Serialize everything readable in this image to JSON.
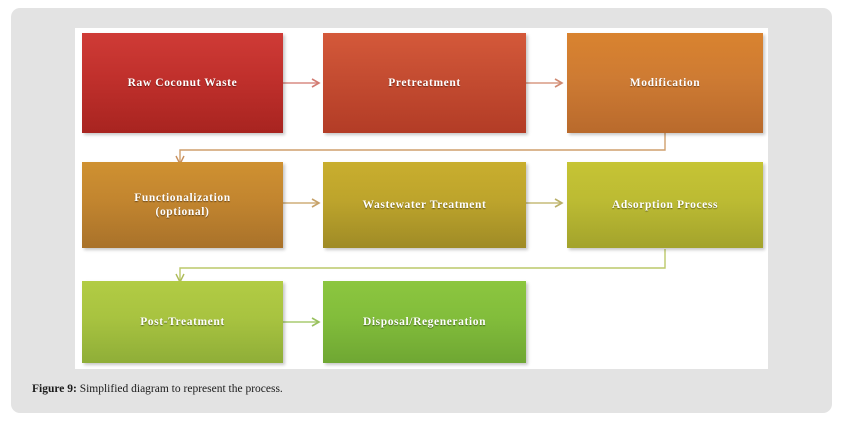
{
  "figure": {
    "caption_label": "Figure 9:",
    "caption_text": " Simplified diagram to represent the process."
  },
  "theme": {
    "page_background": "#ffffff",
    "card_background": "#e3e3e3",
    "canvas_background": "#ffffff",
    "node_text_color": "#ffffff",
    "caption_color": "#1b1b1b"
  },
  "diagram": {
    "type": "flowchart",
    "direction": "serpentine-left-to-right",
    "rows": 3,
    "nodes": [
      {
        "id": "raw-coconut-waste",
        "label": "Raw Coconut Waste",
        "row": 1,
        "col": 1,
        "color_top": "#cf3b36",
        "color_bottom": "#a82420"
      },
      {
        "id": "pretreatment",
        "label": "Pretreatment",
        "row": 1,
        "col": 2,
        "color_top": "#d4593a",
        "color_bottom": "#b33c26"
      },
      {
        "id": "modification",
        "label": "Modification",
        "row": 1,
        "col": 3,
        "color_top": "#d9832f",
        "color_bottom": "#b96a2c"
      },
      {
        "id": "functionalization",
        "label": "Functionalization",
        "label_line2": "(optional)",
        "row": 2,
        "col": 1,
        "color_top": "#cf9131",
        "color_bottom": "#a9722a"
      },
      {
        "id": "wastewater-treatment",
        "label": "Wastewater Treatment",
        "row": 2,
        "col": 2,
        "color_top": "#c9ae2e",
        "color_bottom": "#9f8b26"
      },
      {
        "id": "adsorption-process",
        "label": "Adsorption Process",
        "row": 2,
        "col": 3,
        "color_top": "#c6c434",
        "color_bottom": "#a3a32c"
      },
      {
        "id": "post-treatment",
        "label": "Post-Treatment",
        "row": 3,
        "col": 1,
        "color_top": "#b2cc44",
        "color_bottom": "#8fae38"
      },
      {
        "id": "disposal-regeneration",
        "label": "Disposal/Regeneration",
        "row": 3,
        "col": 2,
        "color_top": "#8cc63f",
        "color_bottom": "#6fa733"
      }
    ],
    "edges": [
      {
        "from": "raw-coconut-waste",
        "to": "pretreatment",
        "style": "straight-right",
        "color": "#d88b84"
      },
      {
        "from": "pretreatment",
        "to": "modification",
        "style": "straight-right",
        "color": "#d99a84"
      },
      {
        "from": "modification",
        "to": "functionalization",
        "style": "elbow-down-left",
        "color": "#cf9f6d"
      },
      {
        "from": "functionalization",
        "to": "wastewater-treatment",
        "style": "straight-right",
        "color": "#cfae79"
      },
      {
        "from": "wastewater-treatment",
        "to": "adsorption-process",
        "style": "straight-right",
        "color": "#c6bc78"
      },
      {
        "from": "adsorption-process",
        "to": "post-treatment",
        "style": "elbow-down-left",
        "color": "#bcc96a"
      },
      {
        "from": "post-treatment",
        "to": "disposal-regeneration",
        "style": "straight-right",
        "color": "#a8cc70"
      }
    ]
  }
}
